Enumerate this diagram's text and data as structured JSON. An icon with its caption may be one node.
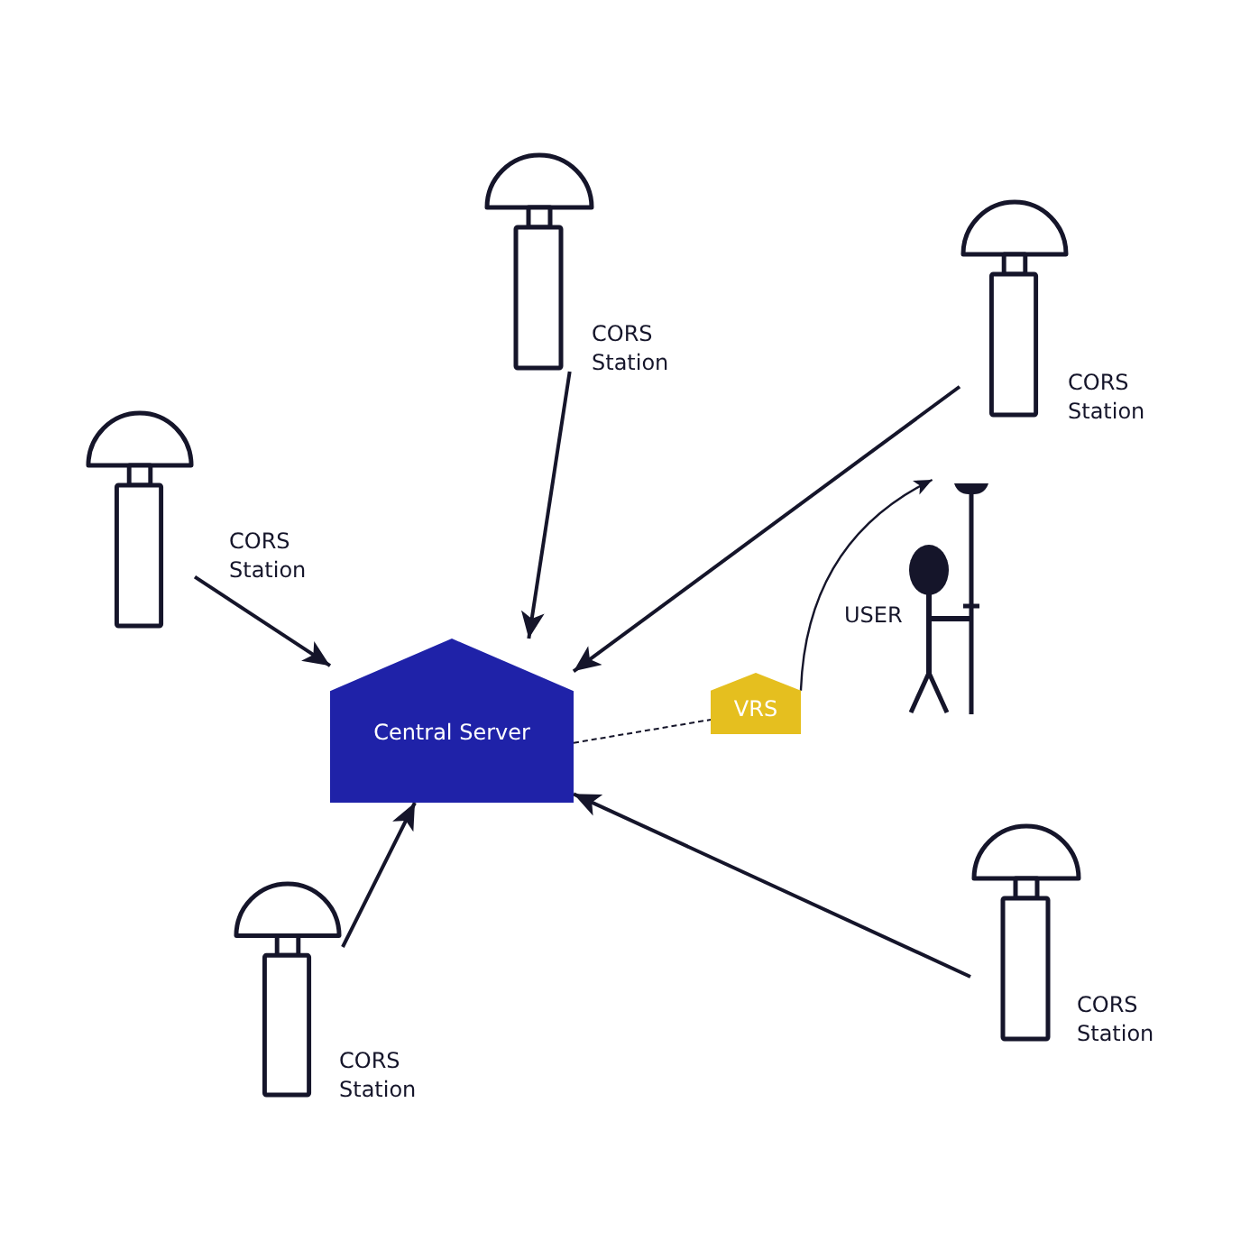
{
  "diagram": {
    "nodes": [
      {
        "text": [],
        "shape": "antenna",
        "beside": [
          "CORS Station"
        ]
      },
      {
        "text": [],
        "shape": "antenna",
        "beside": [
          "CORS Station"
        ]
      },
      {
        "text": [],
        "shape": "antenna",
        "beside": [
          "CORS Station"
        ]
      },
      {
        "text": [],
        "shape": "person",
        "beside": [
          "USER"
        ]
      },
      {
        "text": [
          "Central Server"
        ]
      },
      {
        "text": [
          "VRS"
        ]
      },
      {
        "text": [],
        "shape": "antenna",
        "beside": [
          "CORS Station"
        ]
      },
      {
        "text": [],
        "shape": "antenna",
        "beside": [
          "CORS Station"
        ]
      }
    ],
    "edges": [
      {
        "from": 0,
        "to": 4,
        "arrow": "to"
      },
      {
        "from": 1,
        "to": 4,
        "arrow": "to"
      },
      {
        "from": 2,
        "to": 4,
        "arrow": "to"
      },
      {
        "from": 4,
        "to": 5,
        "arrow": "none",
        "style": "dashed"
      },
      {
        "from": 5,
        "to": 3,
        "arrow": "to"
      },
      {
        "from": 6,
        "to": 4,
        "arrow": "to"
      },
      {
        "from": 7,
        "to": 4,
        "arrow": "to"
      }
    ]
  }
}
